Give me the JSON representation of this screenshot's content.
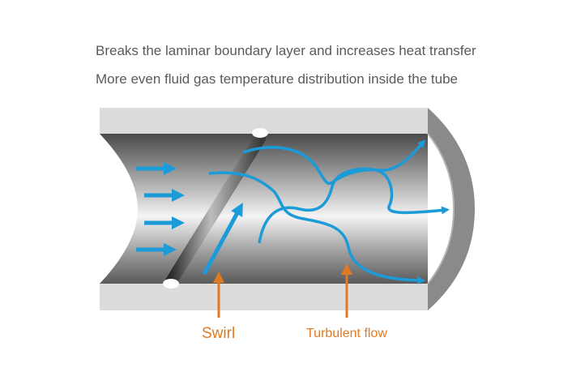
{
  "captions": {
    "line1": "Breaks the laminar boundary layer and increases heat transfer",
    "line2": "More even fluid gas temperature distribution inside the tube"
  },
  "labels": {
    "swirl": "Swirl",
    "turbulent_flow": "Turbulent flow"
  },
  "colors": {
    "flow": "#1b9bd8",
    "callout": "#e07a22",
    "wall": "#dcdcdc",
    "tube_end": "#8a8a8a"
  }
}
